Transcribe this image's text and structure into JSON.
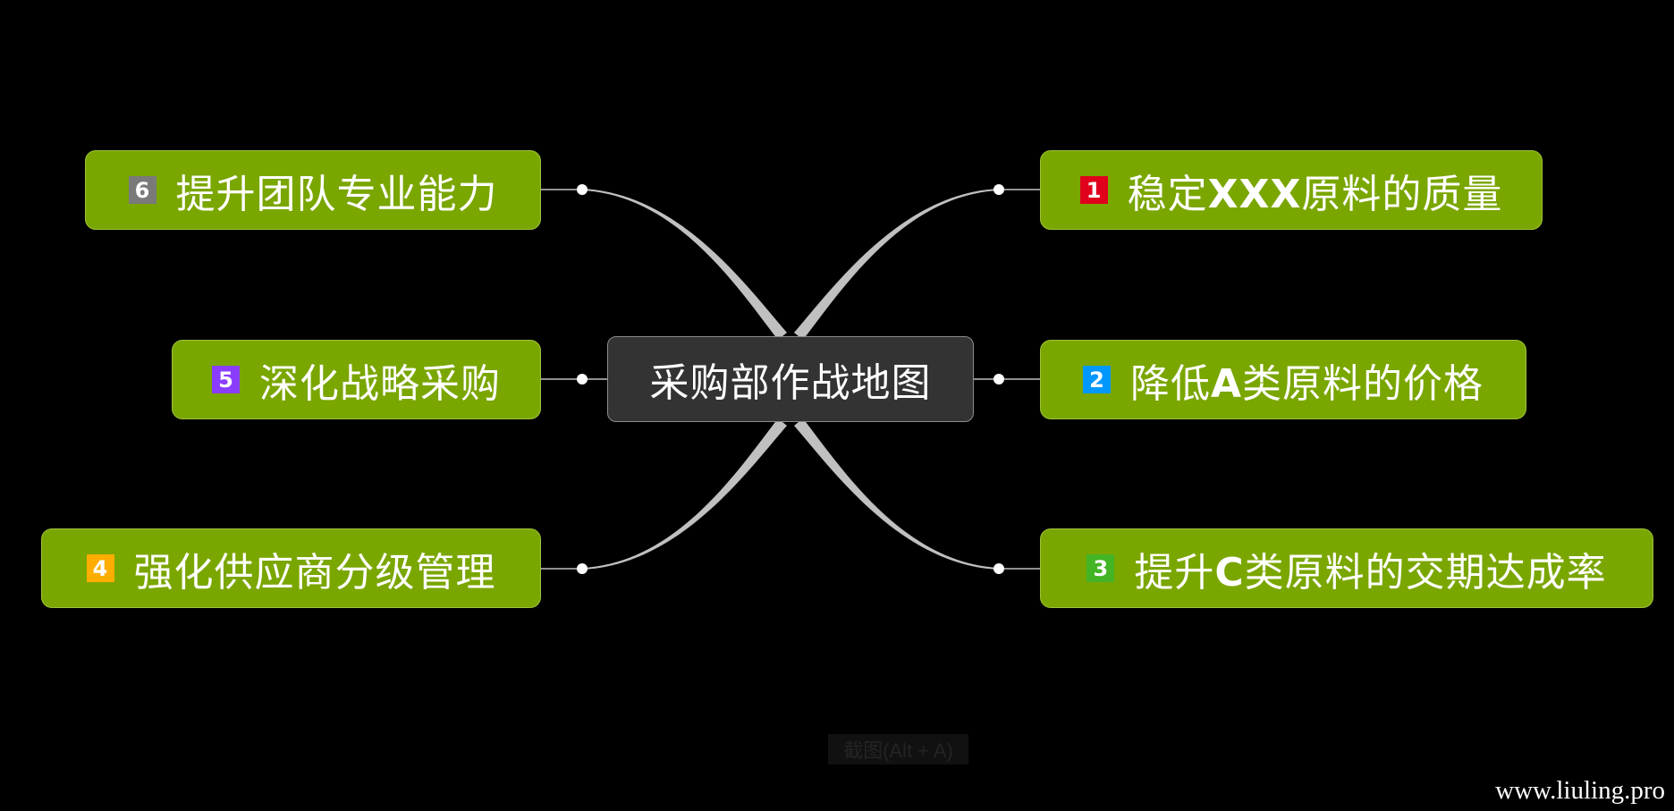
{
  "mindmap": {
    "central_topic": "采购部作战地图",
    "topics": [
      {
        "number": "1",
        "badge_color": "#e0001b",
        "text": [
          {
            "t": "稳定"
          },
          {
            "t": "XXX",
            "bold": true
          },
          {
            "t": "原料的质量"
          }
        ]
      },
      {
        "number": "2",
        "badge_color": "#0098ff",
        "text": [
          {
            "t": "降低"
          },
          {
            "t": "A",
            "bold": true
          },
          {
            "t": "类原料的价格"
          }
        ]
      },
      {
        "number": "3",
        "badge_color": "#43b424",
        "text": [
          {
            "t": "提升"
          },
          {
            "t": "C",
            "bold": true
          },
          {
            "t": "类原料的交期达成率"
          }
        ]
      },
      {
        "number": "4",
        "badge_color": "#ffad00",
        "text": [
          {
            "t": "强化供应商分级管理"
          }
        ]
      },
      {
        "number": "5",
        "badge_color": "#8b3dff",
        "text": [
          {
            "t": "深化战略采购"
          }
        ]
      },
      {
        "number": "6",
        "badge_color": "#7a7a7a",
        "text": [
          {
            "t": "提升团队专业能力"
          }
        ]
      }
    ]
  },
  "colors": {
    "background": "#000000",
    "topic_fill": "#7aa600",
    "central_fill": "#333333",
    "connector": "#c0c0c0"
  },
  "screenshot_tip": "截图(Alt + A)",
  "watermark": "www.liuling.pro"
}
